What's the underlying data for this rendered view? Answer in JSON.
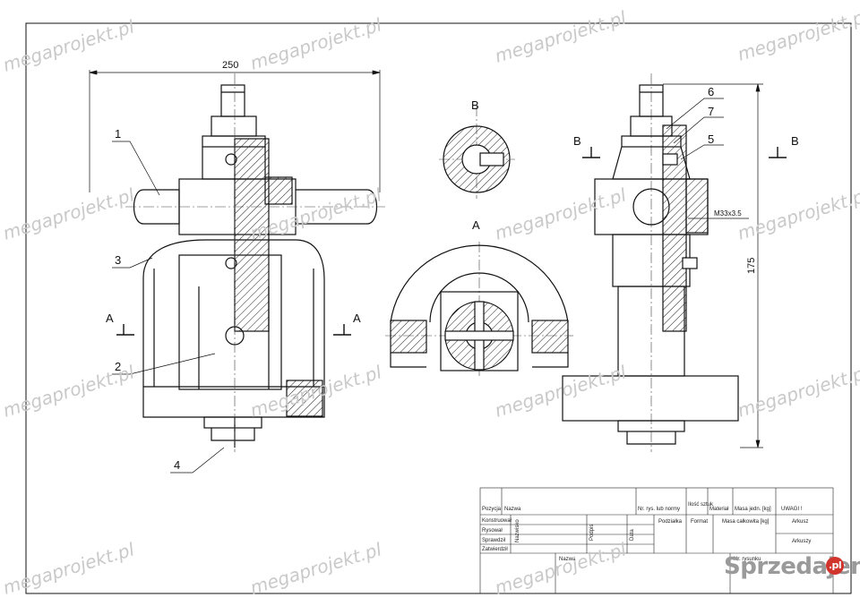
{
  "drawing": {
    "overall_width_dim": "250",
    "height_dim": "175",
    "thread_note": "M33x3.5",
    "view_b_title": "B",
    "view_a_title": "A",
    "section_a_left": "A",
    "section_a_right": "A",
    "section_b_left": "B",
    "section_b_right": "B",
    "callouts": [
      "1",
      "2",
      "3",
      "4",
      "5",
      "6",
      "7"
    ]
  },
  "title_block": {
    "col_pozycja": "Pozycja",
    "col_nazwa": "Nazwa",
    "col_nr_rys": "Nr. rys. lub normy",
    "col_ilosc": "Ilość sztuk",
    "col_material": "Materiał",
    "col_masa_jedn": "Masa jedn. [kg]",
    "col_uwagi": "UWAGI !",
    "row_konstruowal": "Konstruował",
    "row_rysowal": "Rysował",
    "row_sprawdzil": "Sprawdził",
    "row_zatwierdzil": "Zatwierdził",
    "col_nazwisko": "Nazwisko",
    "col_podpis": "Podpis",
    "col_data": "Data",
    "podzialka": "Podziałka",
    "format": "Format",
    "masa_calkowita": "Masa całkowita [kg]",
    "arkusz": "Arkusz",
    "arkuszy": "Arkuszy",
    "nazwa": "Nazwa",
    "nr_rysunku": "Nr. rysunku"
  },
  "watermarks": {
    "text": "megaprojekt.pl"
  },
  "branding": {
    "logo_text": "Sprzedajemy",
    "logo_badge": ".pl"
  }
}
